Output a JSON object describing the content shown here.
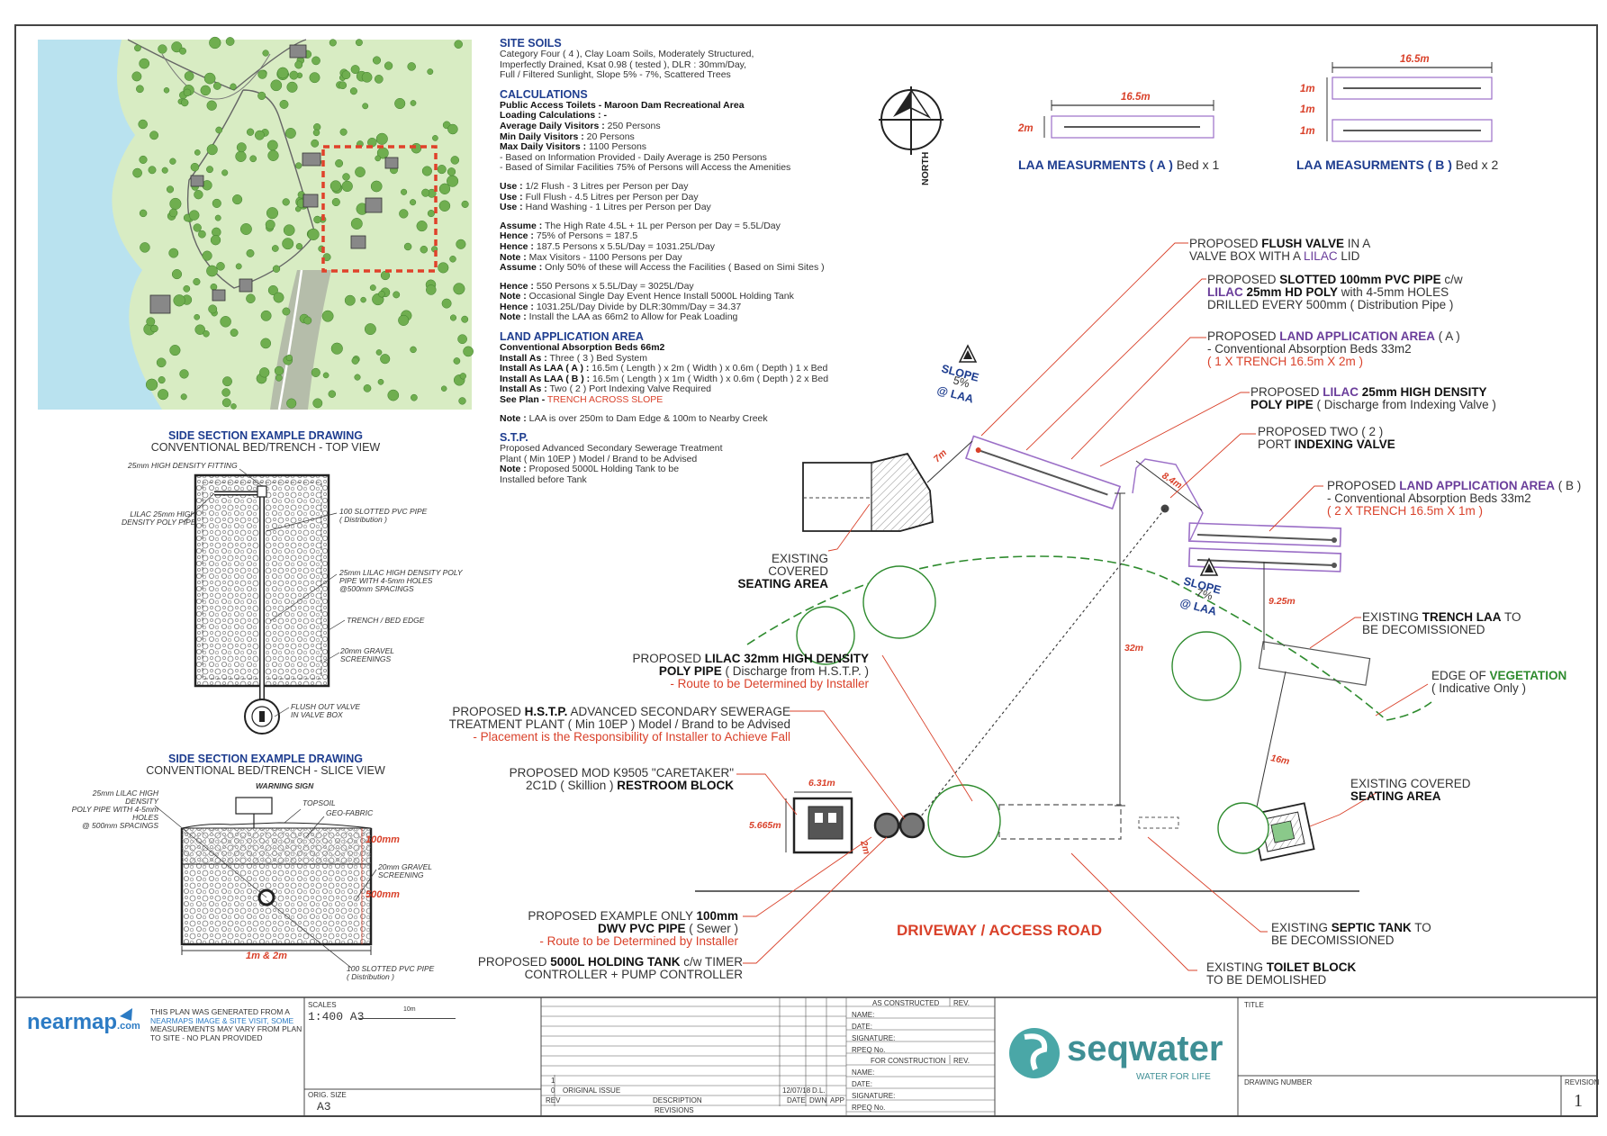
{
  "site_soils": {
    "title": "SITE SOILS",
    "lines": [
      "Category Four ( 4 ), Clay Loam Soils, Moderately Structured,",
      "Imperfectly Drained, Ksat 0.98 ( tested ), DLR : 30mm/Day,",
      "Full / Filtered Sunlight, Slope 5% - 7%, Scattered Trees"
    ]
  },
  "calculations": {
    "title": "CALCULATIONS",
    "l1": "Public Access Toilets - Maroon Dam Recreational Area",
    "l2": "Loading Calculations : -",
    "avg_k": "Average Daily Visitors :",
    "avg_v": " 250 Persons",
    "min_k": "Min Daily Visitors :",
    "min_v": " 20 Persons",
    "max_k": "Max Daily Visitors :",
    "max_v": " 1100 Persons",
    "b1": "- Based on Information Provided -  Daily Average is 250 Persons",
    "b2": "- Based of Similar Facilities 75% of Persons will Access the Amenities",
    "use_k": "Use :",
    "use1": " 1/2 Flush - 3 Litres per Person per Day",
    "use2": " Full Flush - 4.5 Litres per Person per Day",
    "use3": " Hand Washing - 1 Litres per Person per Day",
    "assume_k": "Assume :",
    "assume1": " The High Rate 4.5L + 1L per Person per Day = 5.5L/Day",
    "hence_k": "Hence :",
    "hence1": " 75% of Persons = 187.5",
    "hence2": " 187.5 Persons x 5.5L/Day = 1031.25L/Day",
    "note_k": "Note :",
    "note1": " Max Visitors - 1100 Persons per Day",
    "assume2": " Only 50% of these will Access the Facilities ( Based on Simi Sites )",
    "hence3": " 550 Persons x 5.5L/Day = 3025L/Day",
    "note2": " Occasional Single Day Event Hence Install 5000L Holding Tank",
    "hence4": " 1031.25L/Day Divide by DLR:30mm/Day = 34.37",
    "note3": " Install the LAA as 66m2 to Allow for Peak Loading"
  },
  "land_application": {
    "title": "LAND APPLICATION AREA",
    "l1": "Conventional Absorption Beds 66m2",
    "i1_k": "Install As :",
    "i1_v": " Three ( 3 ) Bed System",
    "i2_k": "Install As LAA ( A ) :",
    "i2_v": " 16.5m ( Length ) x 2m ( Width ) x 0.6m ( Depth ) 1 x Bed",
    "i3_k": "Install As LAA ( B ) :",
    "i3_v": " 16.5m ( Length ) x 1m ( Width ) x 0.6m ( Depth ) 2 x Bed",
    "i4_v": " Two ( 2 ) Port Indexing Valve Required",
    "see_k": "See Plan -",
    "see_v": " TRENCH ACROSS SLOPE",
    "note_k": "Note :",
    "note_v": " LAA is over 250m to Dam Edge & 100m to Nearby Creek"
  },
  "stp": {
    "title": "S.T.P.",
    "l1": "Proposed Advanced Secondary Sewerage Treatment",
    "l2": "Plant ( Min 10EP ) Model / Brand to be Advised",
    "note_k": "Note :",
    "l3": " Proposed 5000L Holding Tank to be",
    "l4": "Installed before Tank"
  },
  "north": "NORTH",
  "laa_a": {
    "len": "16.5m",
    "w": "2m",
    "title": "LAA MEASURMENTS ( A )",
    "suffix": " Bed x 1"
  },
  "laa_b": {
    "len": "16.5m",
    "w1": "1m",
    "w2": "1m",
    "w3": "1m",
    "title": "LAA MEASURMENTS ( B )",
    "suffix": " Bed x 2"
  },
  "top_view": {
    "title": "SIDE SECTION EXAMPLE DRAWING",
    "sub": "CONVENTIONAL BED/TRENCH - TOP VIEW",
    "a1": "25mm HIGH DENSITY FITTING",
    "a2a": "LILAC 25mm HIGH",
    "a2b": "DENSITY POLY PIPE",
    "a3a": "100 SLOTTED PVC PIPE",
    "a3b": "( Distribution )",
    "a4a": "25mm LILAC HIGH DENSITY POLY",
    "a4b": "PIPE WITH 4-5mm HOLES",
    "a4c": "@500mm SPACINGS",
    "a5": "TRENCH / BED EDGE",
    "a6a": "20mm GRAVEL",
    "a6b": "SCREENINGS",
    "a7a": "FLUSH OUT VALVE",
    "a7b": "IN VALVE BOX"
  },
  "slice_view": {
    "title": "SIDE SECTION EXAMPLE DRAWING",
    "sub": "CONVENTIONAL BED/TRENCH - SLICE VIEW",
    "a1a": "25mm LILAC HIGH DENSITY",
    "a1b": "POLY PIPE WITH 4-5mm HOLES",
    "a1c": "@ 500mm SPACINGS",
    "warn": "WARNING SIGN",
    "topsoil": "TOPSOIL",
    "geo": "GEO-FABRIC",
    "gravel_a": "20mm GRAVEL",
    "gravel_b": "SCREENING",
    "d1": "100mm",
    "d2": "500mm",
    "w": "1m & 2m",
    "a2a": "100 SLOTTED PVC PIPE",
    "a2b": "( Distribution )"
  },
  "callouts": {
    "flush_valve": {
      "l1a": "PROPOSED ",
      "l1b": "FLUSH VALVE",
      "l1c": " IN A",
      "l2a": "VALVE BOX WITH A ",
      "l2b": "LILAC",
      "l2c": " LID"
    },
    "slotted": {
      "l1a": "PROPOSED ",
      "l1b": "SLOTTED 100mm PVC PIPE",
      "l1c": " c/w",
      "l2a": "LILAC",
      "l2b": " 25mm HD POLY",
      "l2c": " with 4-5mm HOLES",
      "l3": "DRILLED EVERY 500mm ( Distribution Pipe )"
    },
    "laa_a": {
      "l1a": "PROPOSED ",
      "l1b": "LAND APPLICATION AREA",
      "l1c": " ( A )",
      "l2": "- Conventional Absorption Beds 33m2",
      "l3": "( 1 X TRENCH 16.5m X 2m )"
    },
    "lilac25": {
      "l1a": "PROPOSED ",
      "l1b": "LILAC",
      "l1c": " 25mm HIGH DENSITY",
      "l2a": "POLY PIPE",
      "l2b": " ( Discharge from Indexing Valve )"
    },
    "indexing": {
      "l1": "PROPOSED TWO ( 2 )",
      "l2a": "PORT ",
      "l2b": "INDEXING VALVE"
    },
    "laa_b": {
      "l1a": "PROPOSED ",
      "l1b": "LAND APPLICATION AREA",
      "l1c": " ( B )",
      "l2": "- Conventional Absorption Beds 33m2",
      "l3": "( 2 X TRENCH 16.5m X 1m )"
    },
    "trench_laa": {
      "l1a": "EXISTING ",
      "l1b": "TRENCH LAA",
      "l1c": " TO",
      "l2": "BE DECOMISSIONED"
    },
    "vegetation": {
      "l1a": "EDGE OF ",
      "l1b": "VEGETATION",
      "l2": "( Indicative Only )"
    },
    "seating1": {
      "l1": "EXISTING COVERED",
      "l2": "SEATING AREA"
    },
    "seating2": {
      "l1": "EXISTING COVERED",
      "l2": "SEATING AREA"
    },
    "lilac32": {
      "l1a": "PROPOSED ",
      "l1b": "LILAC 32mm HIGH DENSITY",
      "l2a": "POLY PIPE",
      "l2b": " ( Discharge from H.S.T.P. )",
      "l3": "- Route to be Determined by Installer"
    },
    "hstp": {
      "l1a": "PROPOSED ",
      "l1b": "H.S.T.P.",
      "l1c": " ADVANCED SECONDARY SEWERAGE",
      "l2": "TREATMENT PLANT ( Min 10EP ) Model / Brand to be Advised",
      "l3": "- Placement is the Responsibility of Installer to Achieve Fall"
    },
    "restroom": {
      "l1": "PROPOSED MOD K9505 \"CARETAKER\"",
      "l2a": "2C1D ( Skillion ) ",
      "l2b": "RESTROOM BLOCK"
    },
    "dwv": {
      "l1a": "PROPOSED EXAMPLE ONLY ",
      "l1b": "100mm",
      "l2a": "DWV PVC PIPE",
      "l2b": " ( Sewer )",
      "l3": "- Route to be Determined by Installer"
    },
    "holding": {
      "l1a": "PROPOSED ",
      "l1b": "5000L HOLDING TANK",
      "l1c": " c/w TIMER",
      "l2": "CONTROLLER + PUMP CONTROLLER"
    },
    "septic": {
      "l1a": "EXISTING ",
      "l1b": "SEPTIC TANK",
      "l1c": " TO",
      "l2": "BE DECOMISSIONED"
    },
    "toilet": {
      "l1a": "EXISTING ",
      "l1b": "TOILET BLOCK",
      "l2": "TO BE DEMOLISHED"
    }
  },
  "dims": {
    "d7m": "7m",
    "d84": "8.4m",
    "d925": "9.25m",
    "d32": "32m",
    "d16": "16m",
    "d631": "6.31m",
    "d5665": "5.665m",
    "d2m": "2m"
  },
  "slope1": {
    "a": "SLOPE",
    "b": "5%",
    "c": "@ LAA"
  },
  "slope2": {
    "a": "SLOPE",
    "b": "7%",
    "c": "@ LAA"
  },
  "road": "DRIVEWAY / ACCESS ROAD",
  "title_block": {
    "logo": "nearmap",
    "logo_com": ".com",
    "note": [
      "THIS PLAN WAS GENERATED FROM A",
      "NEARMAPS IMAGE & SITE VISIT, SOME",
      "MEASUREMENTS MAY VARY FROM PLAN",
      "TO SITE - NO PLAN PROVIDED"
    ],
    "scales": "SCALES",
    "scale": "1:400  A3",
    "scale_bar": "10m",
    "orig_size": "ORIG. SIZE",
    "size": "A3",
    "rev_num": "1",
    "rev0": "0",
    "rev0_desc": "ORIGINAL ISSUE",
    "rev0_date": "12/07/18",
    "rev0_dwn": "D.L.",
    "rev_h": "REV",
    "desc_h": "DESCRIPTION",
    "date_h": "DATE",
    "dwn_h": "DWN",
    "app_h": "APP",
    "revisions": "REVISIONS",
    "as_constructed": "AS CONSTRUCTED",
    "for_construction": "FOR CONSTRUCTION",
    "rev": "REV.",
    "fields": [
      "NAME:",
      "DATE:",
      "SIGNATURE:",
      "RPEQ No."
    ],
    "brand": "seqwater",
    "tagline": "WATER FOR LIFE",
    "title_label": "TITLE",
    "drawing_number": "DRAWING NUMBER",
    "revision": "REVISION",
    "revision_val": "1"
  }
}
